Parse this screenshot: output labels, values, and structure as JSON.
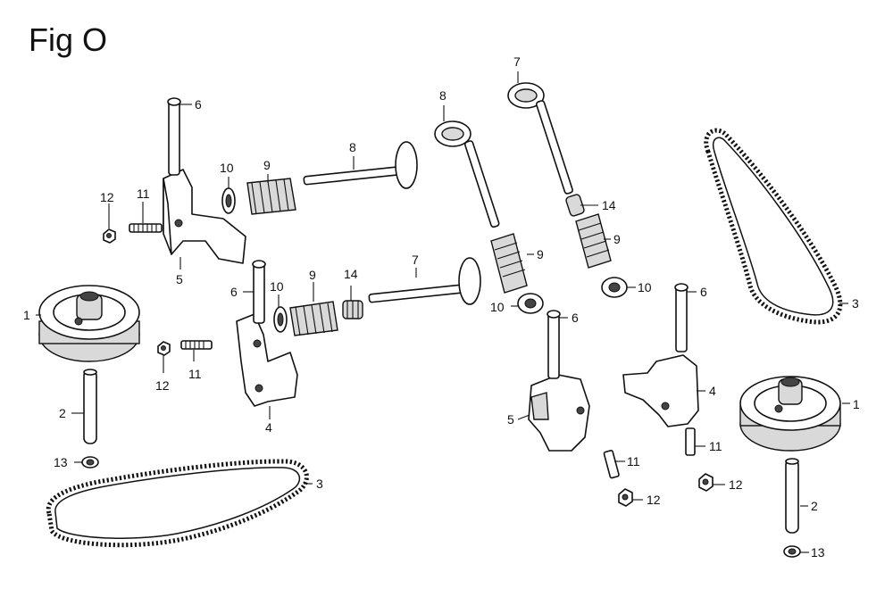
{
  "figure": {
    "title": "Fig O"
  },
  "callouts": {
    "c1_left": "1",
    "c1_right": "1",
    "c2_left": "2",
    "c2_right": "2",
    "c3_left": "3",
    "c3_right": "3",
    "c4_left": "4",
    "c4_right": "4",
    "c5_left": "5",
    "c5_right": "5",
    "c6_tl": "6",
    "c6_ml": "6",
    "c6_mr": "6",
    "c6_r": "6",
    "c7_top": "7",
    "c7_mid": "7",
    "c8_top": "8",
    "c8_mid": "8",
    "c9_a": "9",
    "c9_b": "9",
    "c9_c": "9",
    "c9_d": "9",
    "c10_a": "10",
    "c10_b": "10",
    "c10_c": "10",
    "c10_d": "10",
    "c11_a": "11",
    "c11_b": "11",
    "c11_c": "11",
    "c11_d": "11",
    "c12_a": "12",
    "c12_b": "12",
    "c12_c": "12",
    "c12_d": "12",
    "c13_left": "13",
    "c13_right": "13",
    "c14_a": "14",
    "c14_b": "14"
  }
}
